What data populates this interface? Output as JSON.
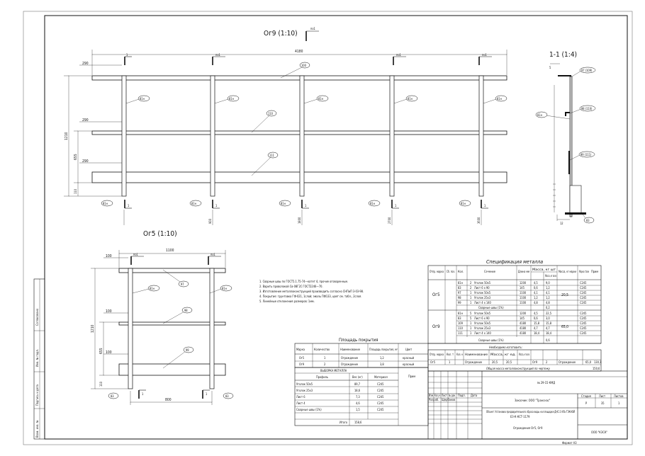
{
  "view_main": {
    "title": "Ог9 (1:10)",
    "section_mark": "по1",
    "total_width": "4180",
    "dim_290": "290",
    "height_total": "1210",
    "height_655": "655",
    "height_110": "110",
    "pos_100": "100",
    "pos_110": "110",
    "pos_111": "111",
    "pos_81": "81н",
    "pos_1": "1",
    "ords": [
      "900",
      "1800",
      "2700",
      "3600"
    ]
  },
  "view_section": {
    "title": "1-1 (1:4)",
    "dim_5": "5",
    "dim_12": "12",
    "pos_97_109": "97 (109)",
    "pos_98_110": "98 (110)",
    "pos_99_111": "99 (111)",
    "pos_81": "81н",
    "pos_83": "83"
  },
  "view_small": {
    "title": "Ог5 (1:10)",
    "section_mark": "по1",
    "total_width": "1100",
    "base_width": "800",
    "dim_100": "100",
    "height_total": "1210",
    "height_655": "655",
    "height_110": "110",
    "pos_97": "97",
    "pos_98": "98",
    "pos_99": "99",
    "pos_81": "81н",
    "pos_83": "83",
    "pos_1": "1"
  },
  "notes": [
    "1.  Сварные швы по ГОСТ5.1.75-74—катет 4, прочие оговоренные.",
    "2.  Варить проволокой Св-08Г2С ГОСТ2246—70.",
    "3.  Изготовление металлоконструкций производить согласно СНПиП 3-03-98.",
    "4.  Покрытие: грунтовка ГФ-021, 1слой; эмаль ПФ133, цвет см. табл., 2слоя.",
    "5.  Линейные отклонения размеров: 1мм."
  ],
  "coating_table": {
    "title": "Площадь покрытия",
    "headers": [
      "Марка",
      "Количество",
      "Наименование",
      "Площадь покрытия, м²",
      "Цвет"
    ],
    "rows": [
      [
        "Ог5",
        "1",
        "Ограждение",
        "1,2",
        "красный"
      ],
      [
        "Ог9",
        "2",
        "Ограждение",
        "3,8",
        "красный"
      ]
    ]
  },
  "steel_table": {
    "title": "ВЫБОРКА МЕТАЛЛА",
    "headers": [
      "Профиль",
      "Вес (кг)",
      "Материал",
      "Прим"
    ],
    "rows": [
      [
        "Уголок 50х5",
        "89,7",
        "С245"
      ],
      [
        "Уголок 25х3",
        "18,6",
        "С245"
      ],
      [
        "Лист 6",
        "7,3",
        "С245"
      ],
      [
        "Лист 4",
        "4,6",
        "С245"
      ],
      [
        "Сварные швы (1%)",
        "1,5",
        "С245"
      ]
    ],
    "total_label": "Итого",
    "total_value": "158,6"
  },
  "spec_table": {
    "title": "Спецификация металла",
    "headers": [
      "Отпр. марка",
      "Сб. поз.",
      "Кол.",
      "Сечение",
      "Длина мм",
      "Масса, кг шт",
      "Масса, кг всех",
      "Масса, кг марки",
      "Марка стали",
      "Прим"
    ],
    "groups": [
      {
        "mark": "Ог5",
        "mass_mark": "20,5",
        "rows": [
          [
            "81н",
            "2",
            "Уголок 50х5",
            "1200",
            "4,5",
            "9,0",
            "С245"
          ],
          [
            "83",
            "2",
            "Лист 6 х 90",
            "145",
            "0,6",
            "1,2",
            "С245"
          ],
          [
            "97",
            "1",
            "Уголок 50х5",
            "1100",
            "4,1",
            "4,1",
            "С245"
          ],
          [
            "98",
            "1",
            "Уголок 25х3",
            "1100",
            "1,2",
            "1,2",
            "С245"
          ],
          [
            "99",
            "1",
            "Лист 4 х 140",
            "1100",
            "4,8",
            "4,8",
            "С245"
          ]
        ],
        "weld_label": "Сварные швы (1%)",
        "weld_value": "0,2"
      },
      {
        "mark": "Ог9",
        "mass_mark": "65,0",
        "rows": [
          [
            "81н",
            "5",
            "Уголок 50х5",
            "1200",
            "4,5",
            "22,5",
            "С245"
          ],
          [
            "83",
            "5",
            "Лист 6 х 90",
            "145",
            "0,6",
            "3,0",
            "С245"
          ],
          [
            "109",
            "1",
            "Уголок 50х5",
            "4180",
            "15,8",
            "15,8",
            "С245"
          ],
          [
            "110",
            "1",
            "Уголок 25х3",
            "4180",
            "4,7",
            "4,7",
            "С245"
          ],
          [
            "111",
            "1",
            "Лист 4 х 140",
            "4180",
            "18,4",
            "18,4",
            "С245"
          ]
        ],
        "weld_label": "Сварные швы (1%)",
        "weld_value": "0,6"
      }
    ]
  },
  "qty_table": {
    "title": "Необходимо изготовить:",
    "headers": [
      "Отпр. марка",
      "Кол. т",
      "Кол. н",
      "Наименование",
      "Масса, кг ед.",
      "Масса, кг всех"
    ],
    "rows": [
      [
        "Ог5",
        "1",
        "",
        "Ограждение",
        "20,5",
        "20,5"
      ],
      [
        "Ог9",
        "2",
        "",
        "Ограждение",
        "65,0",
        "130,1"
      ]
    ],
    "total_label": "Общая масса металлоконструкций по чертежу",
    "total_value": "150,6"
  },
  "title_block": {
    "doc_code": "№ 29-15-КМД",
    "customer": "Заказчик: ООО \"Транснас\"",
    "object": "Объект: Установка предварительного сброса воды на площадке ДНС-2 АЛЬ-ТЭКНОЙ",
    "object_line2": "ЕЗ-К-КСТ-1179",
    "stage_h": "Стадия",
    "sheet_h": "Лист",
    "sheets_h": "Листов",
    "stage": "Р",
    "sheet": "35",
    "sheets": "1",
    "sheet_name": "Ограждения Ог5, Ог9",
    "company": "ООО \"КЭСК\"",
    "format": "Формат А3",
    "col_heads": [
      "Изм.",
      "Кол.уч.",
      "Лист",
      "№ док.",
      "Подп.",
      "Дата"
    ],
    "role_1": "Разраб.",
    "person_1": "Щербаков"
  },
  "side_stamp": [
    "Согласовано",
    "Инв. № подл.",
    "Подпись и дата",
    "Взам. инв. №"
  ]
}
